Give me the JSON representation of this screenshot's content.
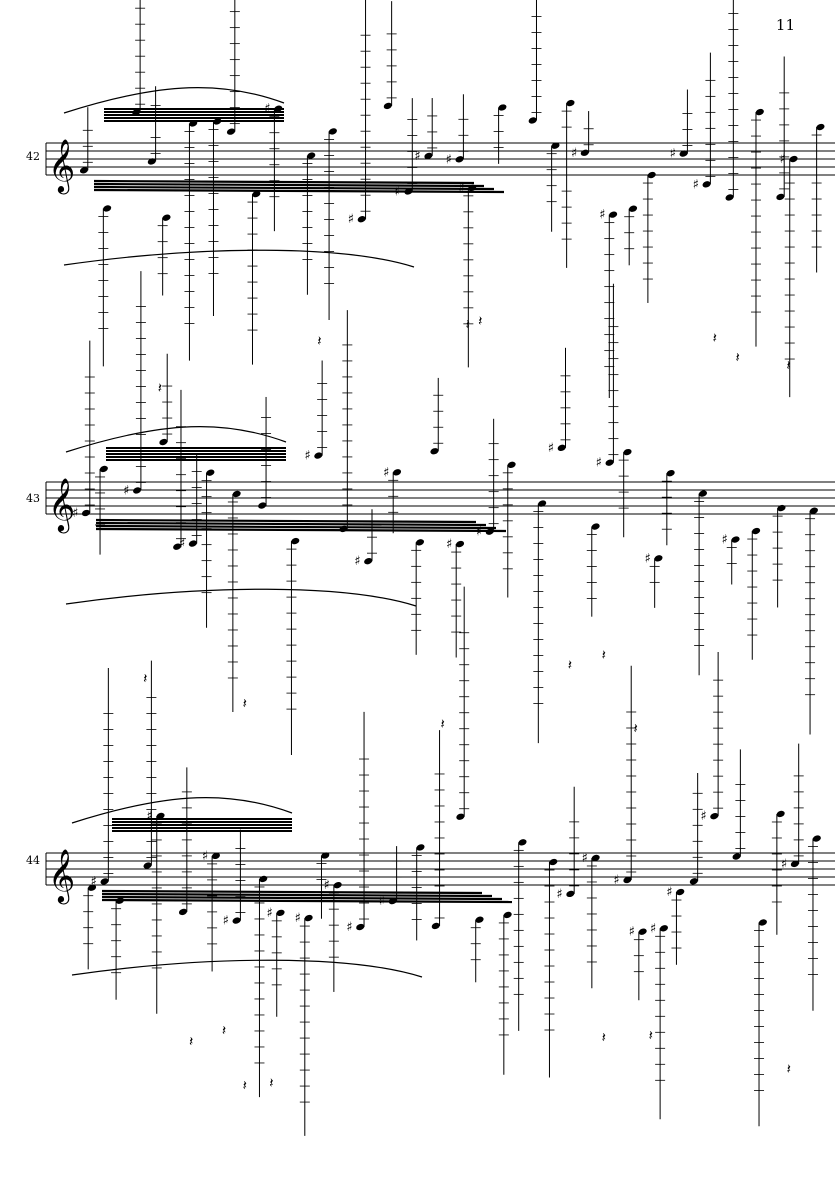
{
  "page": {
    "number": "11",
    "background": "#ffffff",
    "ink": "#000000"
  },
  "systems": [
    {
      "measure_number": "42",
      "clef": "treble-clef-icon"
    },
    {
      "measure_number": "43",
      "clef": "treble-clef-icon"
    },
    {
      "measure_number": "44",
      "clef": "treble-clef-icon"
    }
  ]
}
